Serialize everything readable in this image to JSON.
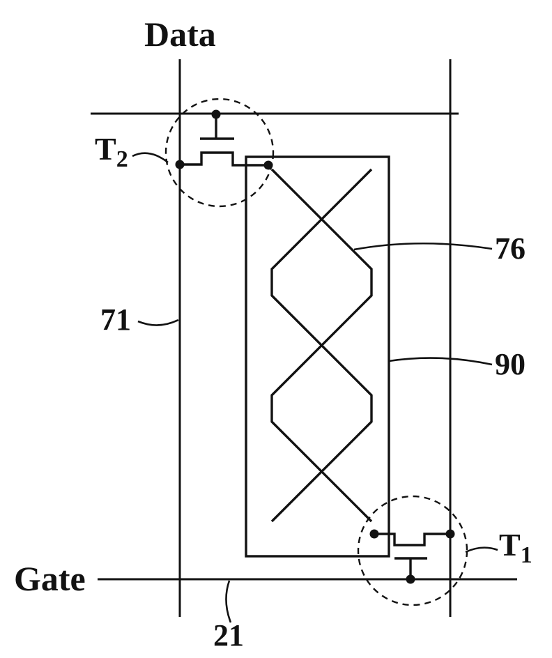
{
  "figure": {
    "background_color": "#ffffff",
    "line_color": "#121212",
    "bus_labels": {
      "data": "Data",
      "gate": "Gate"
    },
    "transistors": {
      "t2": {
        "symbol": "T",
        "subscript": "2"
      },
      "t1": {
        "symbol": "T",
        "subscript": "1"
      }
    },
    "reference_numerals": {
      "data_line": "71",
      "zigzag_pattern": "76",
      "electrode_region": "90",
      "gate_line": "21"
    }
  }
}
